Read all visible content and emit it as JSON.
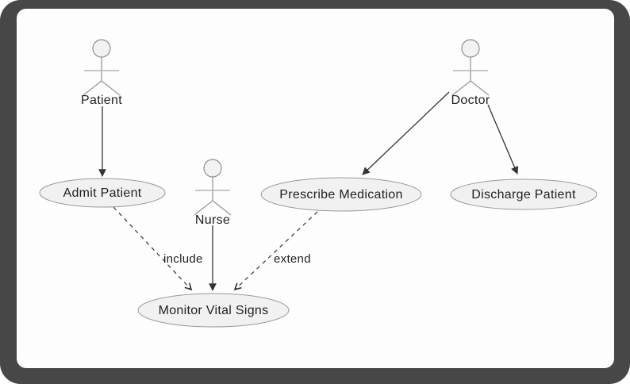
{
  "diagram": {
    "type": "uml-use-case",
    "colors": {
      "frame": "#474747",
      "canvas_background": "#fdfdfd",
      "node_fill": "#f1f1f1",
      "node_stroke": "#9a9a9a",
      "edge_color": "#333333",
      "text_color": "#1f1f1f",
      "actor_limb_color": "#999999"
    },
    "actors": [
      {
        "id": "patient",
        "label": "Patient"
      },
      {
        "id": "doctor",
        "label": "Doctor"
      },
      {
        "id": "nurse",
        "label": "Nurse"
      }
    ],
    "use_cases": [
      {
        "id": "admit",
        "label": "Admit Patient"
      },
      {
        "id": "prescribe",
        "label": "Prescribe Medication"
      },
      {
        "id": "discharge",
        "label": "Discharge Patient"
      },
      {
        "id": "monitor",
        "label": "Monitor Vital Signs"
      }
    ],
    "edges": [
      {
        "from": "Patient",
        "to": "Admit Patient",
        "style": "solid",
        "label": ""
      },
      {
        "from": "Doctor",
        "to": "Prescribe Medication",
        "style": "solid",
        "label": ""
      },
      {
        "from": "Doctor",
        "to": "Discharge Patient",
        "style": "solid",
        "label": ""
      },
      {
        "from": "Nurse",
        "to": "Monitor Vital Signs",
        "style": "solid",
        "label": ""
      },
      {
        "from": "Admit Patient",
        "to": "Monitor Vital Signs",
        "style": "dashed",
        "label": "include"
      },
      {
        "from": "Prescribe Medication",
        "to": "Monitor Vital Signs",
        "style": "dashed",
        "label": "extend"
      }
    ]
  }
}
